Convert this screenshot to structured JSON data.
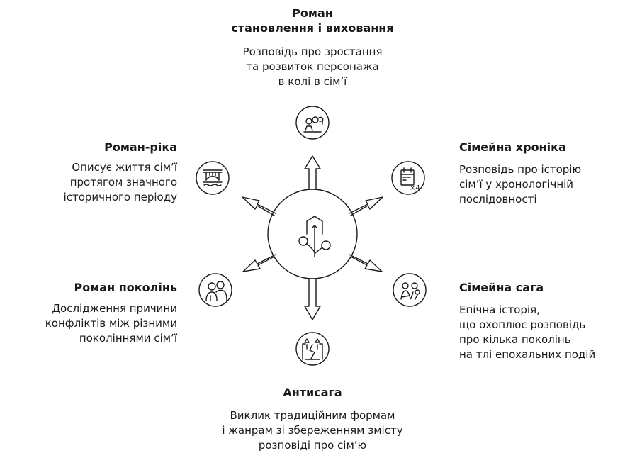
{
  "center": {
    "icon": "house-family-tree-icon"
  },
  "top": {
    "title": [
      "Роман",
      "становлення і виховання"
    ],
    "desc": [
      "Розповідь про зростання",
      "та розвиток персонажа",
      "в колі в сім’ї"
    ],
    "icon": "child-growth-icon"
  },
  "top_left": {
    "title": [
      "Роман-ріка"
    ],
    "desc": [
      "Описує життя сім’ї",
      "протягом значного",
      "історичного періоду"
    ],
    "icon": "bridge-river-icon"
  },
  "top_right": {
    "title": [
      "Сімейна хроніка"
    ],
    "desc": [
      "Розповідь про історію",
      "сім’ї у хронологічній",
      "послідовності"
    ],
    "icon": "calendar-x4-icon"
  },
  "bottom_left": {
    "title": [
      "Роман поколінь"
    ],
    "desc": [
      "Дослідження причини",
      "конфліктів між різними",
      "поколіннями сім’ї"
    ],
    "icon": "generations-people-icon"
  },
  "bottom_right": {
    "title": [
      "Сімейна сага"
    ],
    "desc": [
      "Епічна історія,",
      "що охоплює розповідь",
      "про кілька поколінь",
      "на тлі епохальних подій"
    ],
    "icon": "family-saga-icon"
  },
  "bottom": {
    "title": [
      "Антисага"
    ],
    "desc": [
      "Виклик традиційним формам",
      "і жанрам зі збереженням змісту",
      "розповіді про сім’ю"
    ],
    "icon": "broken-tradition-icon"
  }
}
